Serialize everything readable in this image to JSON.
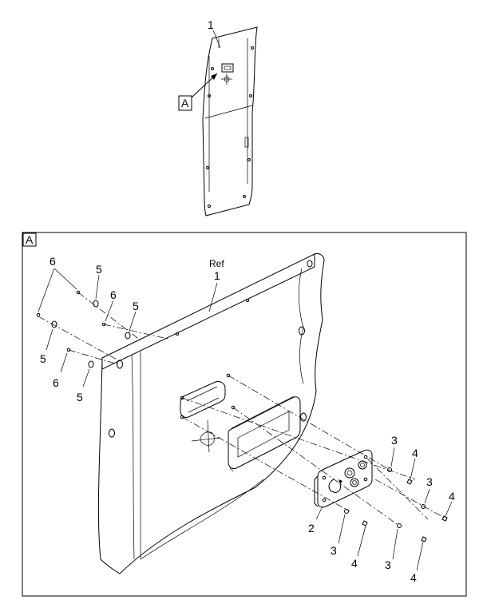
{
  "callouts": {
    "top_panel": "1",
    "view_ref": "A",
    "detail_view": "A",
    "ref_word": "Ref",
    "ref_num": "1",
    "c6": "6",
    "c5": "5",
    "c3": "3",
    "c4": "4",
    "c2": "2"
  }
}
